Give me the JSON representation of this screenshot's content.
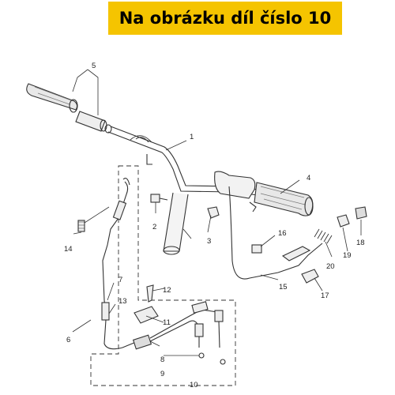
{
  "banner": {
    "text": "Na obrázku díl číslo 10",
    "color": "#f5c400"
  },
  "parts": [
    {
      "id": "part-1",
      "label": "1"
    },
    {
      "id": "part-2",
      "label": "2"
    },
    {
      "id": "part-3",
      "label": "3"
    },
    {
      "id": "part-4",
      "label": "4"
    },
    {
      "id": "part-5",
      "label": "5"
    },
    {
      "id": "part-6",
      "label": "6"
    },
    {
      "id": "part-7",
      "label": "7"
    },
    {
      "id": "part-8",
      "label": "8"
    },
    {
      "id": "part-9",
      "label": "9"
    },
    {
      "id": "part-10",
      "label": "10"
    },
    {
      "id": "part-11",
      "label": "11"
    },
    {
      "id": "part-12",
      "label": "12"
    },
    {
      "id": "part-13",
      "label": "13"
    },
    {
      "id": "part-14",
      "label": "14"
    },
    {
      "id": "part-15",
      "label": "15"
    },
    {
      "id": "part-16",
      "label": "16"
    },
    {
      "id": "part-17",
      "label": "17"
    },
    {
      "id": "part-18",
      "label": "18"
    },
    {
      "id": "part-19",
      "label": "19"
    },
    {
      "id": "part-20",
      "label": "20"
    }
  ]
}
